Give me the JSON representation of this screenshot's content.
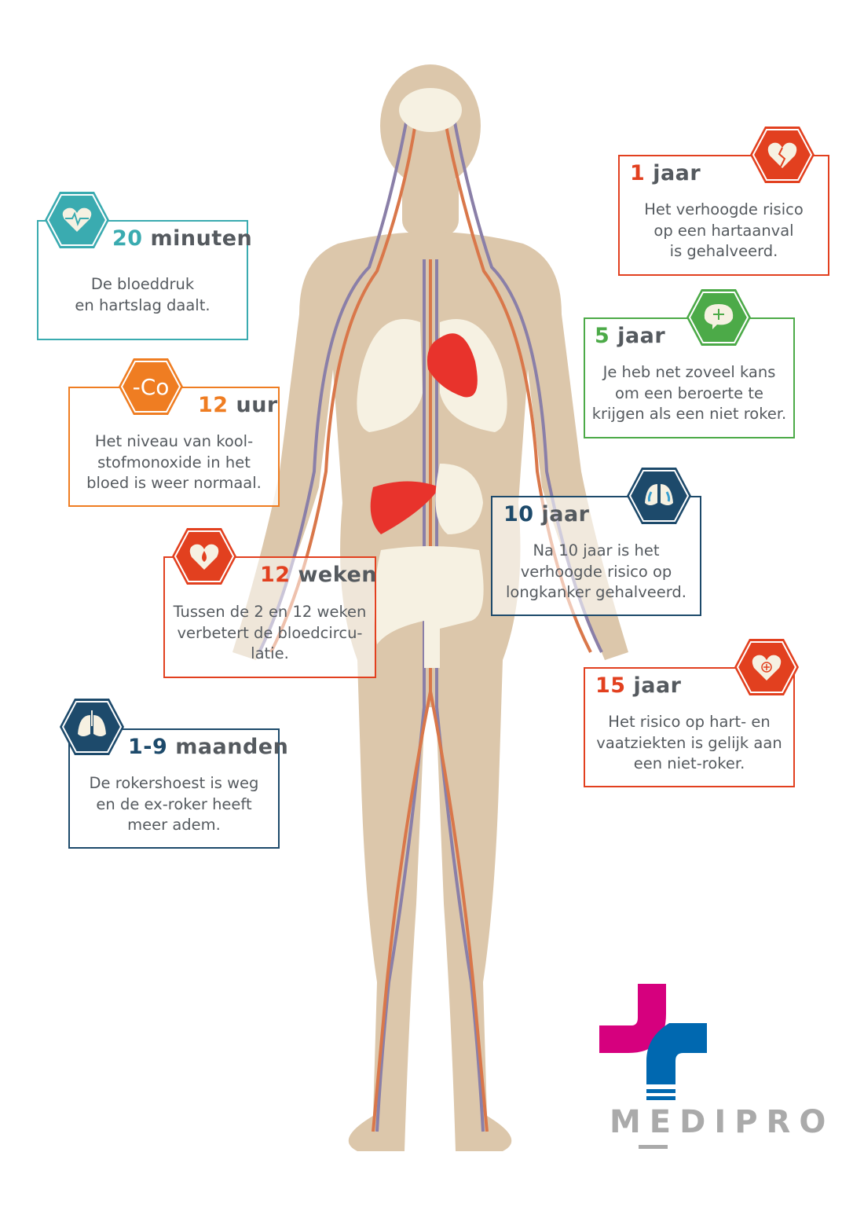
{
  "colors": {
    "teal": "#3aabb0",
    "orange": "#ef7d22",
    "red": "#e2401f",
    "navy": "#1d4a6b",
    "green": "#4caa48",
    "skin": "#dcc7ab",
    "vein": "#8a7fa8",
    "artery": "#d9774a",
    "organ": "#f6f1e2",
    "heart": "#e8332c",
    "magenta": "#d6007e",
    "blue": "#0068b0"
  },
  "milestones": [
    {
      "number": "20",
      "unit": "minuten",
      "text": "De bloeddruk\nen hartslag daalt.",
      "icon": "heart-pulse-icon"
    },
    {
      "number": "12",
      "unit": "uur",
      "text": "Het niveau van kool-\nstofmonoxide in het\nbloed is weer normaal.",
      "icon": "co-icon",
      "icon_text": "-Co"
    },
    {
      "number": "12",
      "unit": "weken",
      "text": "Tussen de 2 en 12 weken\nverbetert de bloedcircu-\nlatie.",
      "icon": "heart-drop-icon"
    },
    {
      "number": "1-9",
      "unit": "maanden",
      "text": "De rokershoest is weg\nen de ex-roker heeft\nmeer adem.",
      "icon": "lungs-icon"
    },
    {
      "number": "1",
      "unit": "jaar",
      "text": "Het verhoogde risico\nop een hartaanval\nis gehalveerd.",
      "icon": "broken-heart-icon"
    },
    {
      "number": "5",
      "unit": "jaar",
      "text": "Je heb net zoveel kans\nom een beroerte te\nkrijgen als een niet roker.",
      "icon": "brain-plus-icon"
    },
    {
      "number": "10",
      "unit": "jaar",
      "text": "Na 10 jaar is het\nverhoogde risico op\nlongkanker gehalveerd.",
      "icon": "lungs-icon"
    },
    {
      "number": "15",
      "unit": "jaar",
      "text": "Het risico op hart- en\nvaatziekten is gelijk aan\neen niet-roker.",
      "icon": "heart-plus-icon"
    }
  ],
  "logo": {
    "name": "MEDIPRO"
  }
}
